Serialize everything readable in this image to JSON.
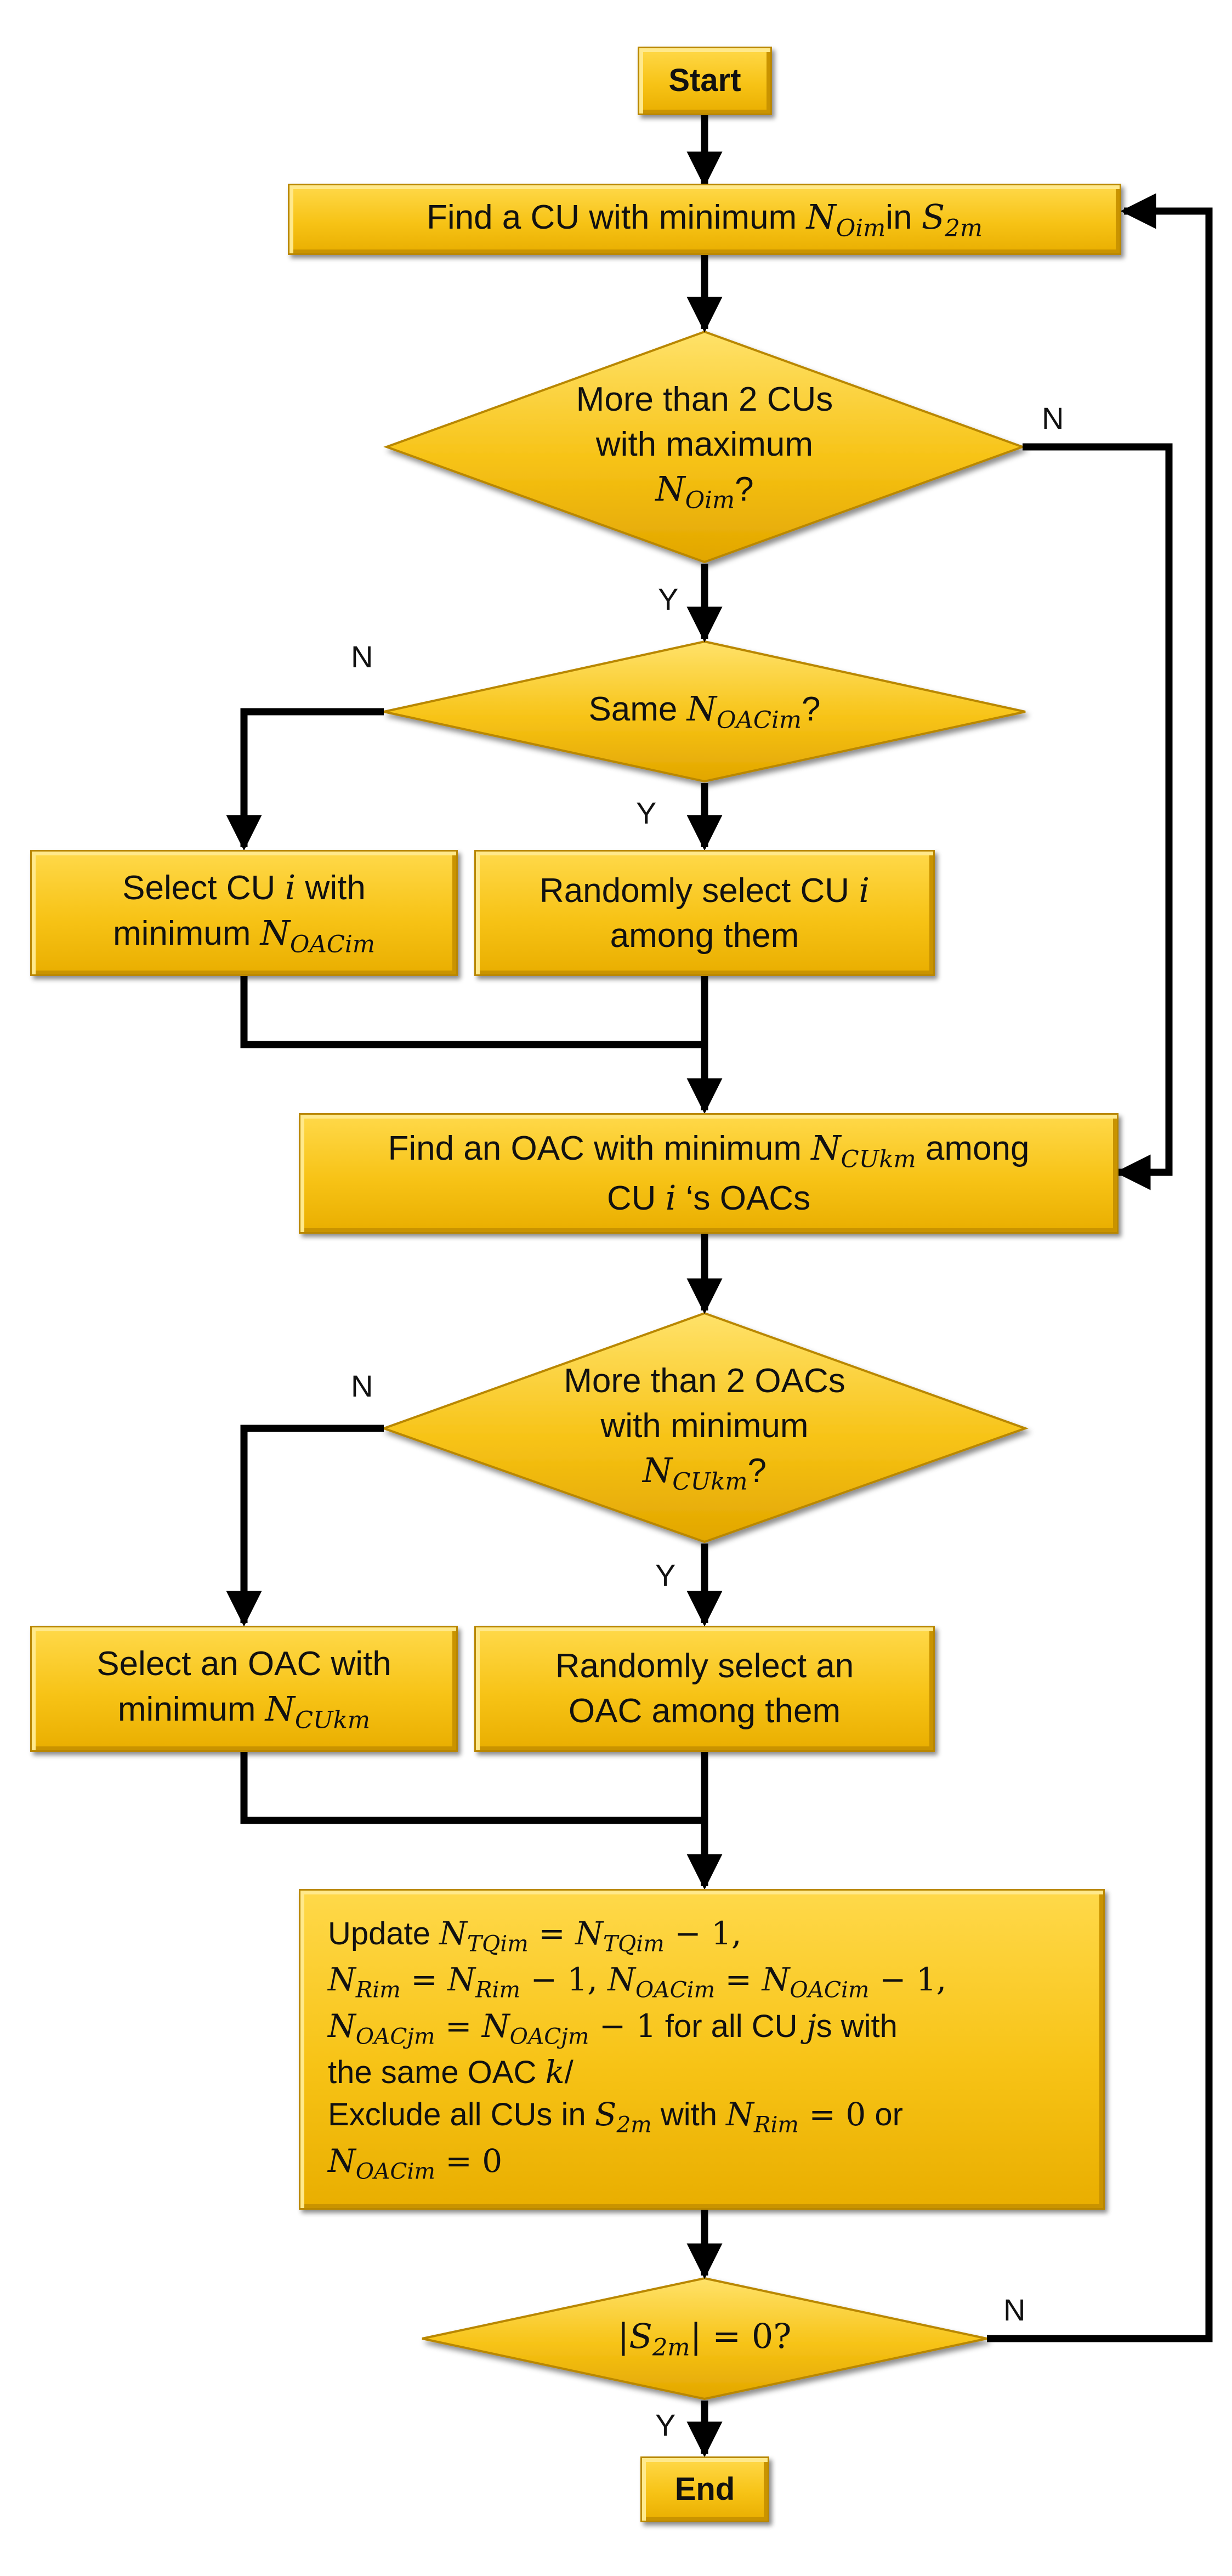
{
  "start": {
    "label": "Start"
  },
  "end": {
    "label": "End"
  },
  "branch": {
    "yes": "Y",
    "no": "N"
  },
  "step1": {
    "pre": "Find a CU with minimum ",
    "var": "N",
    "sub": "Oim",
    "mid": "in ",
    "set": "S",
    "set_sub": "2m"
  },
  "dec1": {
    "l1": "More than 2 CUs",
    "l2": "with maximum",
    "var": "N",
    "sub": "Oim",
    "q": "?"
  },
  "dec2": {
    "pre": "Same ",
    "var": "N",
    "sub": "OACim",
    "q": "?"
  },
  "box_sel_cu": {
    "l1": "Select CU ",
    "ivar": "i",
    "l1b": "  with",
    "l2": "minimum ",
    "var": "N",
    "sub": "OACim"
  },
  "box_rand_cu": {
    "l1": "Randomly select CU ",
    "ivar": "i",
    "l2": "among them"
  },
  "step_oac": {
    "l1": "Find an OAC with minimum ",
    "var": "N",
    "sub": "CUkm",
    "l1b": " among",
    "l2a": "CU ",
    "ivar": "i",
    "l2b": " ‘s OACs"
  },
  "dec3": {
    "l1": "More than 2 OACs",
    "l2": "with minimum",
    "var": "N",
    "sub": "CUkm",
    "q": "?"
  },
  "box_sel_oac": {
    "l1": "Select an OAC  with",
    "l2": "minimum ",
    "var": "N",
    "sub": "CUkm"
  },
  "box_rand_oac": {
    "l1": "Randomly select an",
    "l2": "OAC among them"
  },
  "update": {
    "l1_pre": "Update ",
    "v_tq": "N",
    "s_tq": "TQim",
    "eq": " = ",
    "minus1": " − 1,",
    "v_r": "N",
    "s_r": "Rim",
    "minus1_c": " − 1, ",
    "v_oaci": "N",
    "s_oaci": "OACim",
    "v_oacj": "N",
    "s_oacj": "OACjm",
    "minus1_sp": " − 1",
    "l4_text": " for all CU ",
    "jvar": "j",
    "l4_end": "s with",
    "l5_pre": "the same OAC ",
    "kvar": "k",
    "l5_end": "/",
    "l6_pre": "Exclude all CUs in ",
    "set": "S",
    "set_sub": "2m",
    "l6_mid": " with ",
    "eq0": " = 0",
    "l6_end": " or"
  },
  "dec4": {
    "bar": "|",
    "set": "S",
    "set_sub": "2m",
    "rest": " = 0?"
  }
}
